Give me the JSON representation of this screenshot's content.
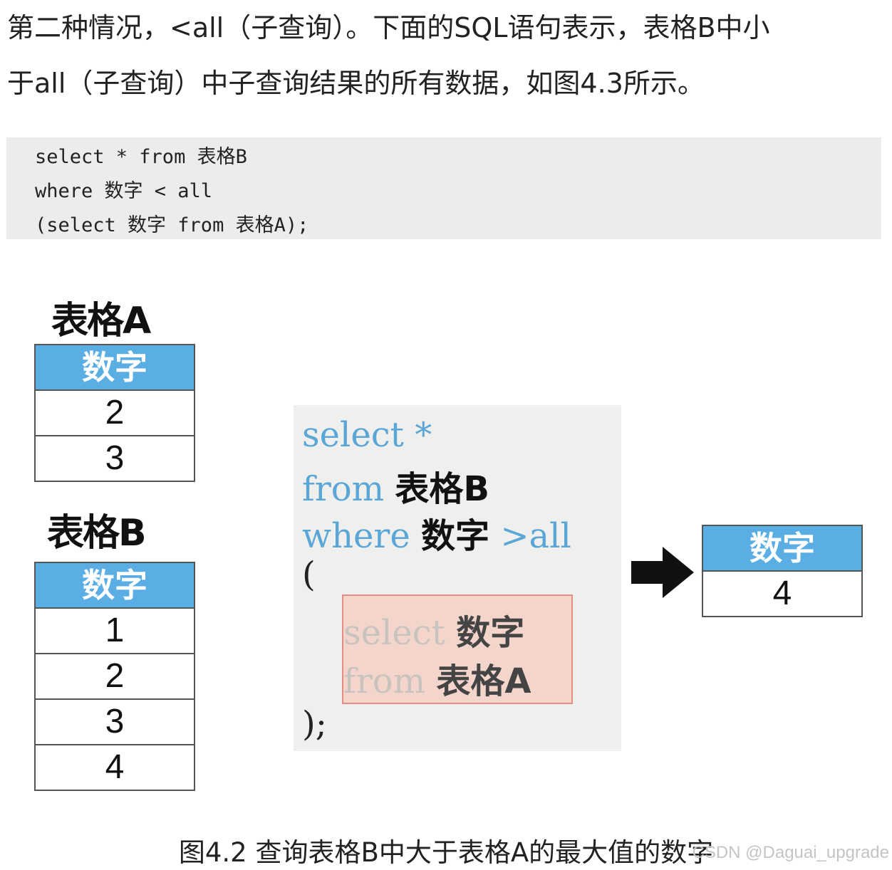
{
  "paragraph": {
    "line1": "第二种情况，<all（子查询）。下面的SQL语句表示，表格B中小",
    "line2": "于all（子查询）中子查询结果的所有数据，如图4.3所示。"
  },
  "code": {
    "lines": [
      "select * from 表格B",
      "where 数字 < all",
      "(select 数字 from 表格A);"
    ]
  },
  "figure": {
    "table_a": {
      "title": "表格A",
      "header": "数字",
      "rows": [
        "2",
        "3"
      ]
    },
    "table_b": {
      "title": "表格B",
      "header": "数字",
      "rows": [
        "1",
        "2",
        "3",
        "4"
      ]
    },
    "sql": {
      "l1_kw": "select *",
      "l2_kw": "from",
      "l2_cn": "表格B",
      "l3_kw1": "where",
      "l3_cn": "数字",
      "l3_kw2": ">all",
      "l4": "(",
      "sub1_kw": "select",
      "sub1_cn": "数字",
      "sub2_kw": "from",
      "sub2_cn": "表格A",
      "l_end": ");"
    },
    "result": {
      "header": "数字",
      "rows": [
        "4"
      ]
    },
    "caption": "图4.2 查询表格B中大于表格A的最大值的数字"
  },
  "watermark": "CSDN @Daguai_upgrade",
  "colors": {
    "table_header": "#5aaee4",
    "keyword": "#5aa6d6",
    "subquery_bg": "#f4d5cc",
    "code_bg": "#ececec"
  },
  "icons": {
    "arrow": "right-arrow-icon"
  }
}
